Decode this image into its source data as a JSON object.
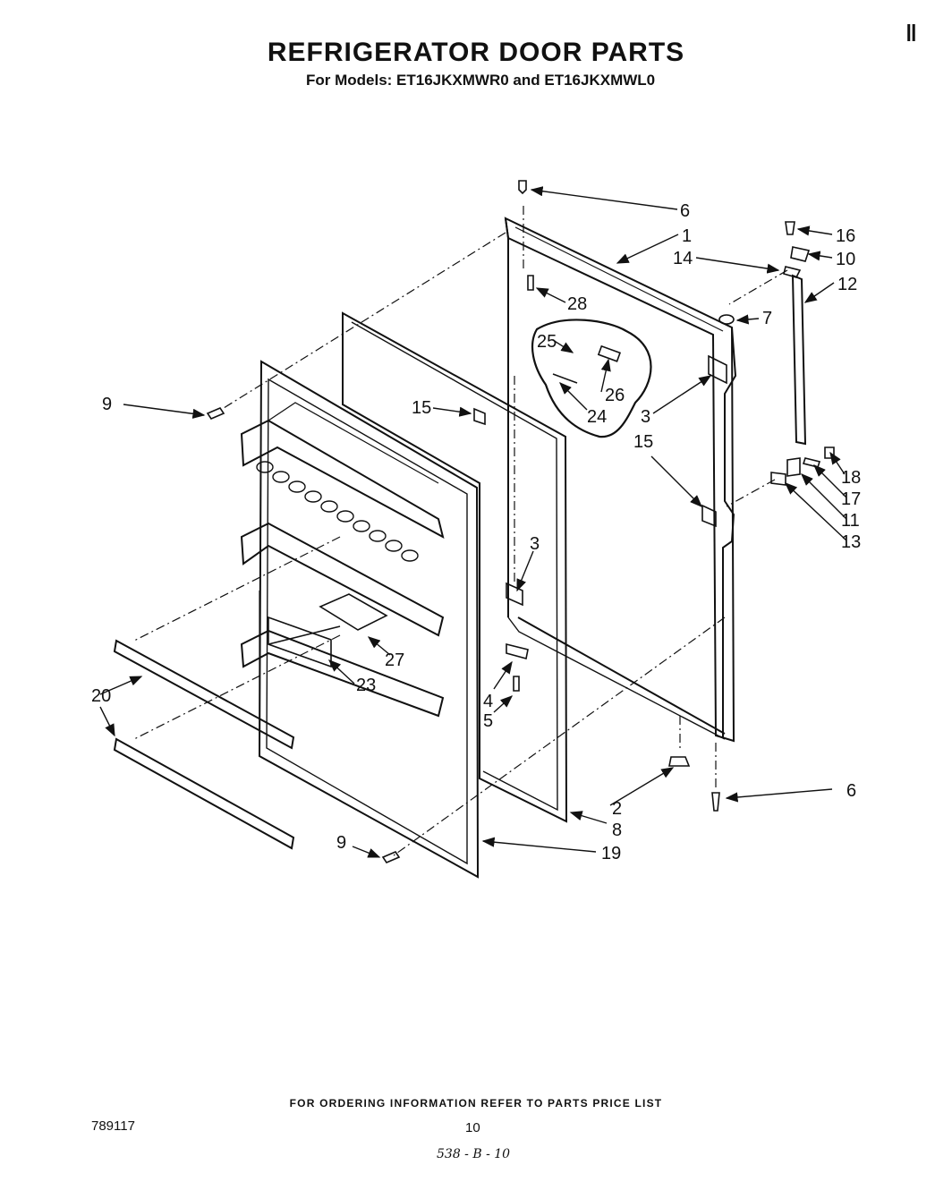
{
  "header": {
    "title": "REFRIGERATOR DOOR PARTS",
    "subtitle": "For Models: ET16JKXMWR0 and ET16JKXMWL0",
    "corner_mark": "‖"
  },
  "callouts": [
    {
      "id": "c6a",
      "label": "6"
    },
    {
      "id": "c1",
      "label": "1"
    },
    {
      "id": "c14",
      "label": "14"
    },
    {
      "id": "c16",
      "label": "16"
    },
    {
      "id": "c10",
      "label": "10"
    },
    {
      "id": "c12",
      "label": "12"
    },
    {
      "id": "c28",
      "label": "28"
    },
    {
      "id": "c7",
      "label": "7"
    },
    {
      "id": "c25",
      "label": "25"
    },
    {
      "id": "c26",
      "label": "26"
    },
    {
      "id": "c24",
      "label": "24"
    },
    {
      "id": "c9a",
      "label": "9"
    },
    {
      "id": "c15a",
      "label": "15"
    },
    {
      "id": "c3a",
      "label": "3"
    },
    {
      "id": "c15b",
      "label": "15"
    },
    {
      "id": "c18",
      "label": "18"
    },
    {
      "id": "c17",
      "label": "17"
    },
    {
      "id": "c11",
      "label": "11"
    },
    {
      "id": "c13",
      "label": "13"
    },
    {
      "id": "c3b",
      "label": "3"
    },
    {
      "id": "c27",
      "label": "27"
    },
    {
      "id": "c23",
      "label": "23"
    },
    {
      "id": "c20",
      "label": "20"
    },
    {
      "id": "c4",
      "label": "4"
    },
    {
      "id": "c5",
      "label": "5"
    },
    {
      "id": "c6b",
      "label": "6"
    },
    {
      "id": "c2",
      "label": "2"
    },
    {
      "id": "c8",
      "label": "8"
    },
    {
      "id": "c9b",
      "label": "9"
    },
    {
      "id": "c19",
      "label": "19"
    }
  ],
  "footer": {
    "ordering_note": "FOR ORDERING INFORMATION REFER TO PARTS PRICE LIST",
    "doc_number": "789117",
    "page_number": "10",
    "handwritten": "538 - B - 10"
  }
}
